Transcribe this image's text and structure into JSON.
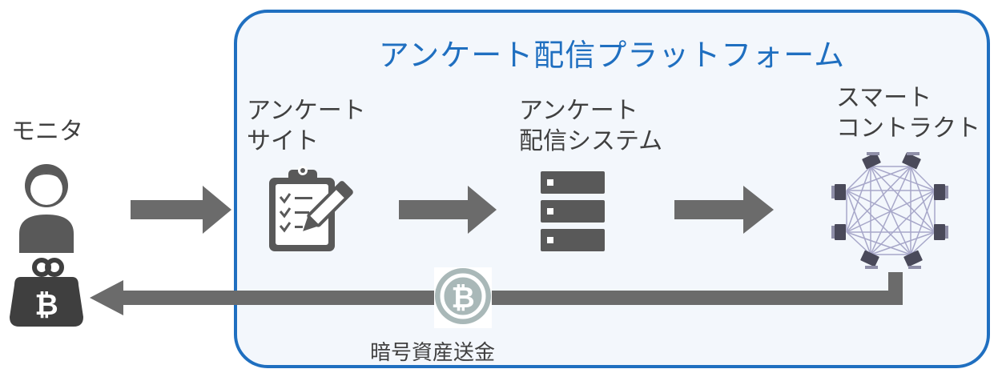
{
  "platform": {
    "title": "アンケート配信プラットフォーム"
  },
  "monitor": {
    "label": "モニタ",
    "icons": [
      "person-icon",
      "wallet-bitcoin-icon"
    ]
  },
  "survey_site": {
    "label_line1": "アンケート",
    "label_line2": "サイト",
    "icon": "clipboard-pen-icon"
  },
  "delivery_system": {
    "label_line1": "アンケート",
    "label_line2": "配信システム",
    "icon": "server-icon"
  },
  "smart_contract": {
    "label_line1": "スマート",
    "label_line2": "コントラクト",
    "icon": "network-icon"
  },
  "payment": {
    "label": "暗号資産送金",
    "icon": "bitcoin-coin-icon"
  },
  "colors": {
    "accent": "#1f6fc0",
    "arrow": "#6b6b6b",
    "icon": "#595959",
    "coin": "#a9b8b8"
  }
}
